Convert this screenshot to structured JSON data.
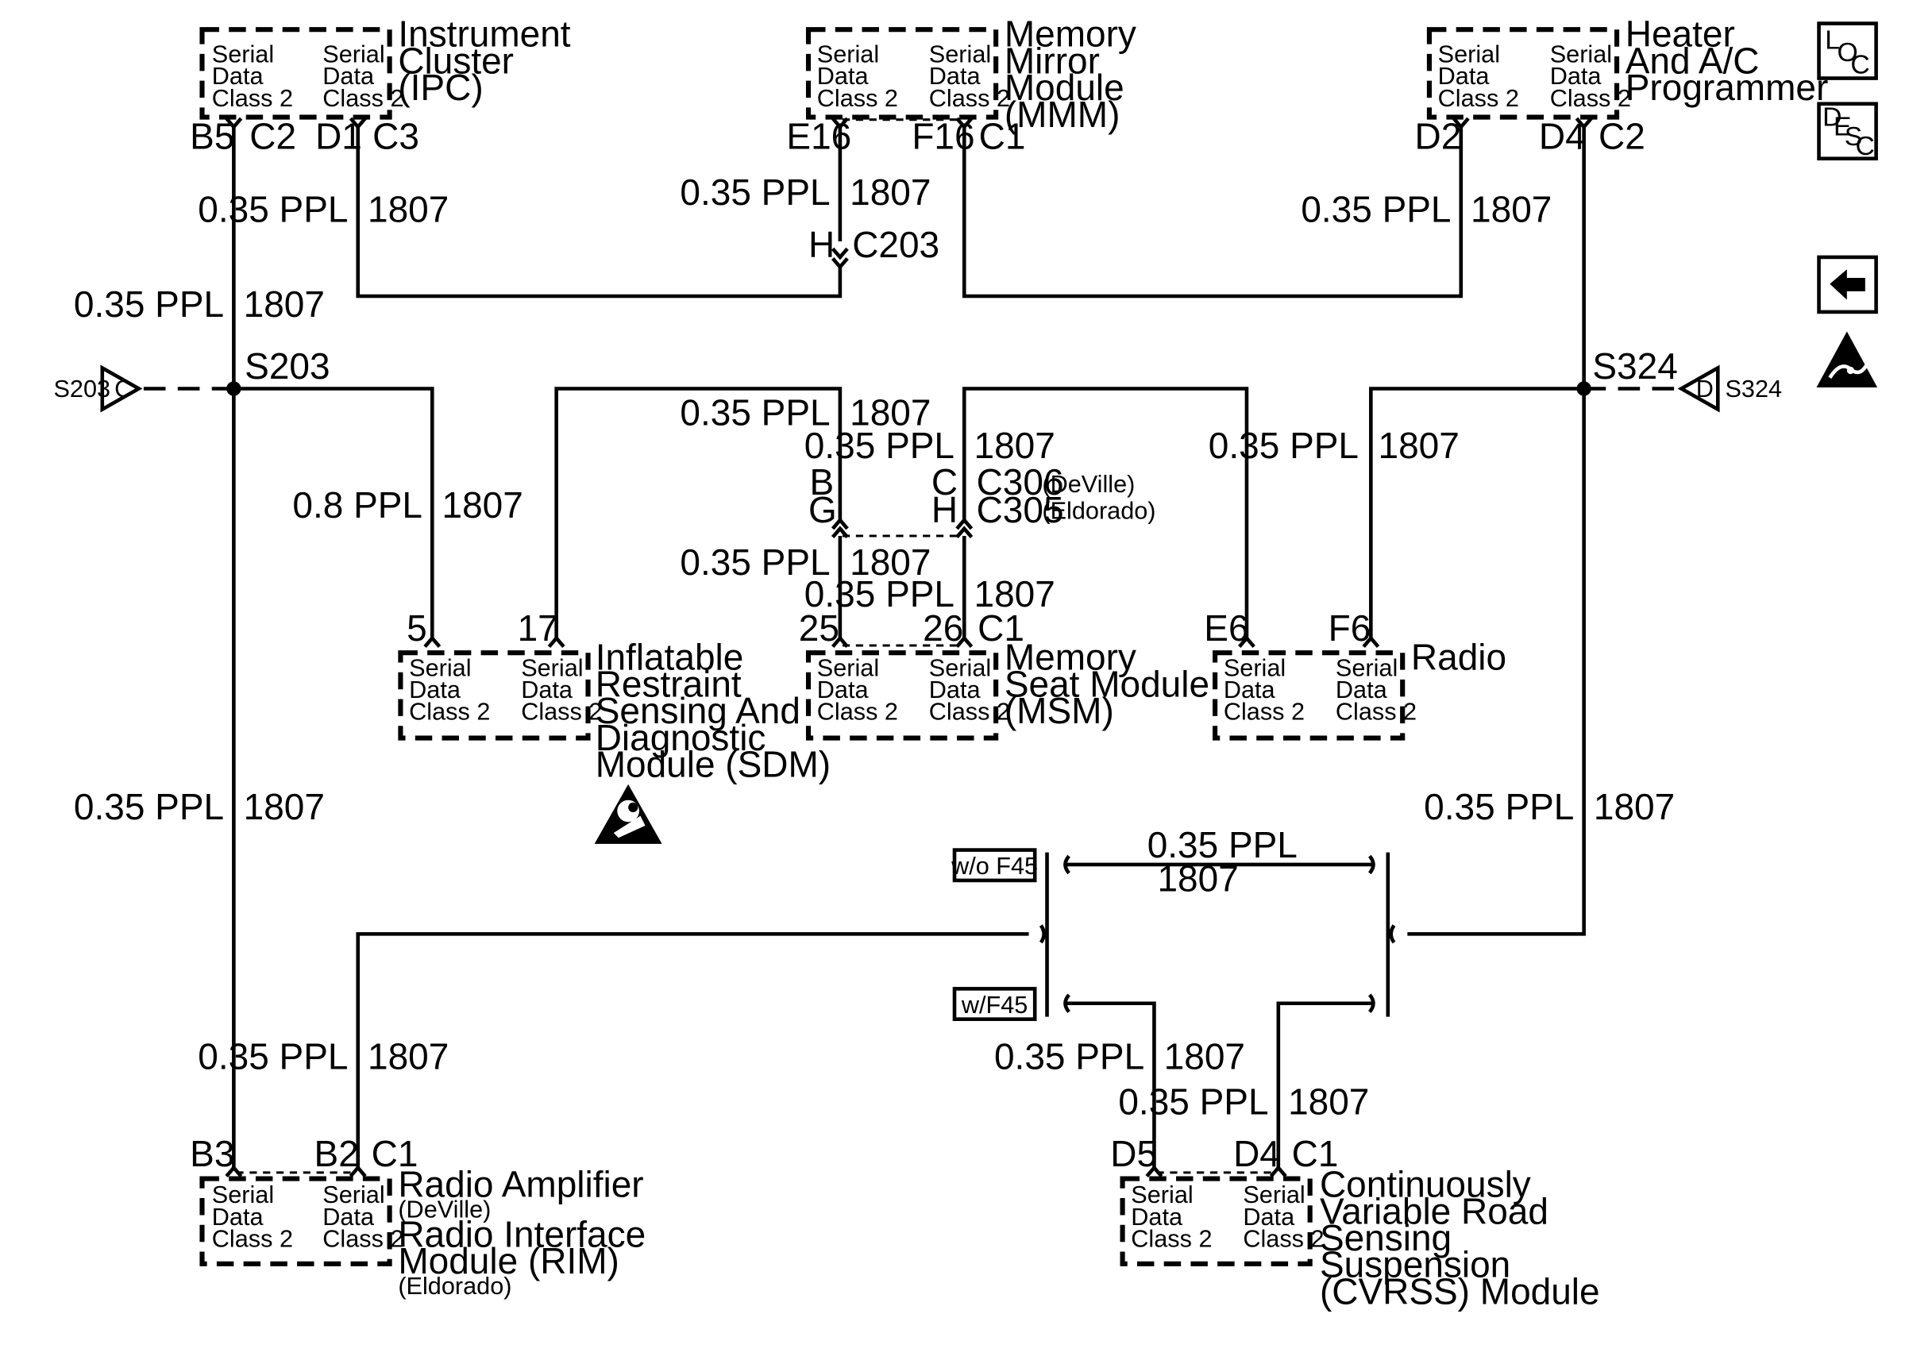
{
  "modules": {
    "ipc": {
      "name": [
        "Instrument",
        "Cluster",
        "(IPC)"
      ],
      "labels": [
        "Serial",
        "Data",
        "Class 2",
        "Serial",
        "Data",
        "Class 2"
      ],
      "pins": [
        "B5",
        "C2",
        "D1",
        "C3"
      ]
    },
    "mmm": {
      "name": [
        "Memory",
        "Mirror",
        "Module",
        "(MMM)"
      ],
      "labels": [
        "Serial",
        "Data",
        "Class 2",
        "Serial",
        "Data",
        "Class 2"
      ],
      "pins": [
        "E16",
        "F16",
        "C1"
      ]
    },
    "hvac": {
      "name": [
        "Heater",
        "And A/C",
        "Programmer"
      ],
      "labels": [
        "Serial",
        "Data",
        "Class 2",
        "Serial",
        "Data",
        "Class 2"
      ],
      "pins": [
        "D2",
        "D4",
        "C2"
      ]
    },
    "sdm": {
      "name": [
        "Inflatable",
        "Restraint",
        "Sensing And",
        "Diagnostic",
        "Module (SDM)"
      ],
      "labels": [
        "Serial",
        "Data",
        "Class 2",
        "Serial",
        "Data",
        "Class 2"
      ],
      "pins": [
        "5",
        "17"
      ]
    },
    "msm": {
      "name": [
        "Memory",
        "Seat Module",
        "(MSM)"
      ],
      "labels": [
        "Serial",
        "Data",
        "Class 2",
        "Serial",
        "Data",
        "Class 2"
      ],
      "pins": [
        "25",
        "26",
        "C1"
      ]
    },
    "radio": {
      "name": [
        "Radio"
      ],
      "labels": [
        "Serial",
        "Data",
        "Class 2",
        "Serial",
        "Data",
        "Class 2"
      ],
      "pins": [
        "E6",
        "F6"
      ]
    },
    "rim": {
      "name": [
        "Radio Amplifier",
        "(DeVille)",
        "Radio Interface",
        "Module (RIM)",
        "(Eldorado)"
      ],
      "labels": [
        "Serial",
        "Data",
        "Class 2",
        "Serial",
        "Data",
        "Class 2"
      ],
      "pins": [
        "B3",
        "B2",
        "C1"
      ]
    },
    "cvrss": {
      "name": [
        "Continuously",
        "Variable Road",
        "Sensing",
        "Suspension",
        "(CVRSS) Module"
      ],
      "labels": [
        "Serial",
        "Data",
        "Class 2",
        "Serial",
        "Data",
        "Class 2"
      ],
      "pins": [
        "D5",
        "D4",
        "C1"
      ]
    }
  },
  "wires": {
    "ppl035": "0.35 PPL",
    "ppl08": "0.8 PPL",
    "circuit": "1807"
  },
  "connectors": {
    "c203": {
      "cavity": "H",
      "name": "C203"
    },
    "c306": {
      "cavities": [
        "B",
        "C"
      ],
      "name": "C306",
      "variant": "(DeVille)"
    },
    "c305": {
      "cavities": [
        "G",
        "H"
      ],
      "name": "C305",
      "variant": "(Eldorado)"
    }
  },
  "splices": {
    "s203": {
      "name": "S203",
      "ref_label": "S203",
      "ref_letter": "C"
    },
    "s324": {
      "name": "S324",
      "ref_label": "S324",
      "ref_letter": "D"
    }
  },
  "options": {
    "without_f45": "w/o F45",
    "with_f45": "w/F45"
  },
  "side_icons": {
    "loc": {
      "letters": [
        "L",
        "O",
        "C"
      ],
      "icon": "loc-icon"
    },
    "desc": {
      "letters": [
        "D",
        "E",
        "S",
        "C"
      ],
      "icon": "desc-icon"
    },
    "back": {
      "icon": "back-arrow-icon"
    },
    "esd": {
      "icon": "esd-warning-icon"
    }
  },
  "airbag_icon": "airbag-warning-icon"
}
